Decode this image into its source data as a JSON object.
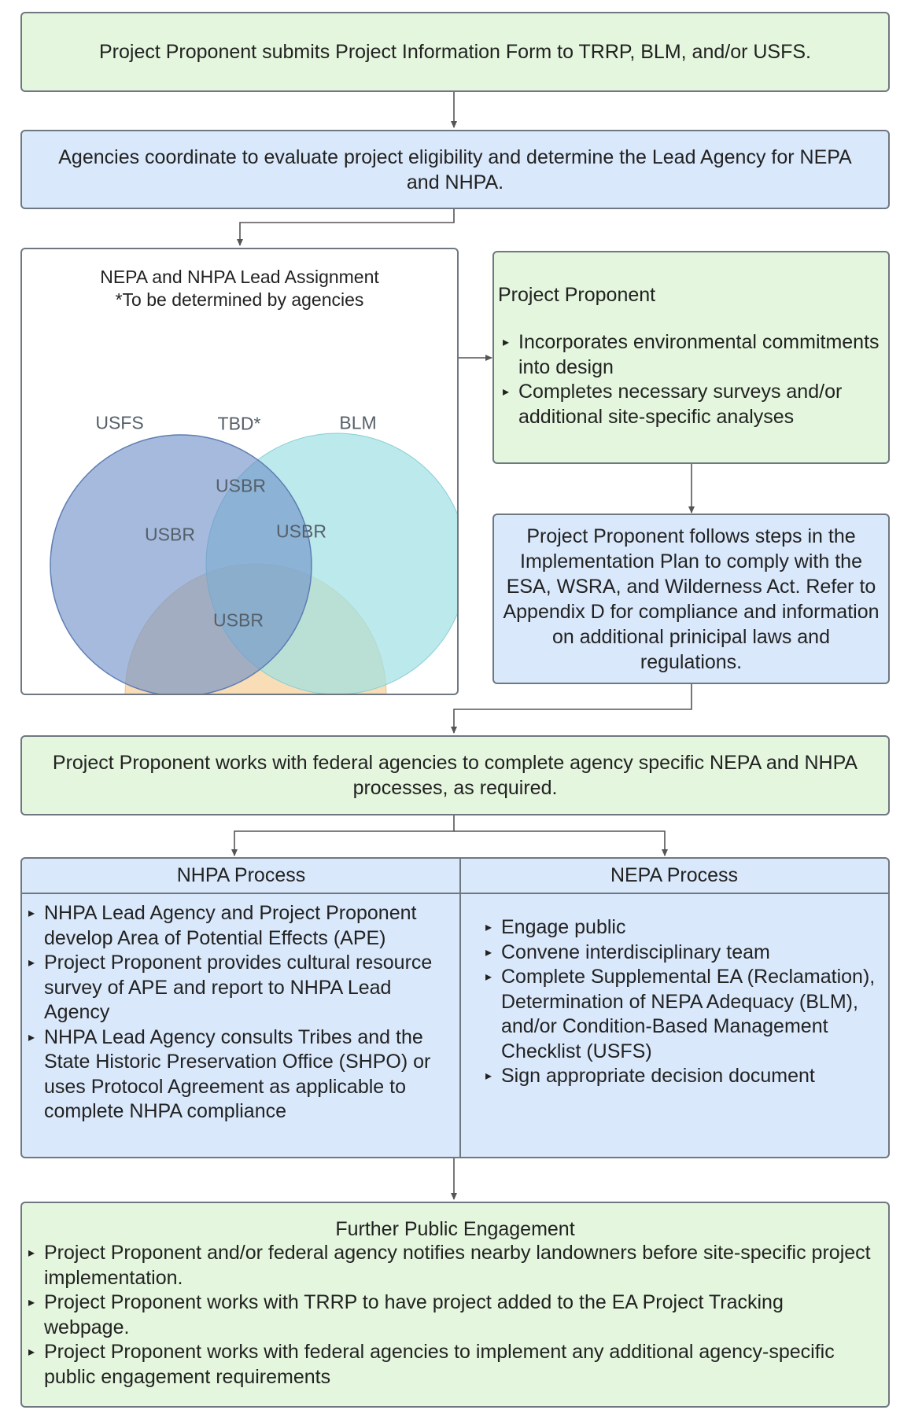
{
  "step1": {
    "text": "Project Proponent submits Project Information Form to TRRP, BLM, and/or USFS."
  },
  "step2": {
    "text": "Agencies coordinate to evaluate project eligibility and determine the Lead Agency for NEPA and NHPA."
  },
  "venn": {
    "title": "NEPA and NHPA Lead Assignment",
    "subtitle": "*To be determined by agencies",
    "labels": {
      "usfs": "USFS",
      "blm": "BLM",
      "tbd": "TBD*",
      "usbr_center": "USBR",
      "usbr_left": "USBR",
      "usbr_right": "USBR",
      "usbr_bottom": "USBR"
    },
    "colors": {
      "usfs": "#6f8fc8",
      "blm": "#9fe0e2",
      "usbr": "#f7d7a9"
    }
  },
  "proponent_box": {
    "title": "Project Proponent",
    "items": [
      "Incorporates environmental commitments into design",
      "Completes necessary surveys and/or additional site-specific analyses"
    ]
  },
  "implementation_box": {
    "text": "Project Proponent follows steps in the Implementation Plan to comply with the ESA, WSRA, and Wilderness Act. Refer to Appendix D for compliance and information on additional prinicipal laws and regulations."
  },
  "step5": {
    "text": "Project Proponent works with federal agencies to complete agency specific NEPA and NHPA processes, as required."
  },
  "nhpa": {
    "header": "NHPA Process",
    "items": [
      "NHPA Lead Agency and Project Proponent develop Area of Potential Effects (APE)",
      "Project Proponent provides cultural resource survey of APE and report to NHPA Lead Agency",
      "NHPA Lead Agency consults Tribes and the State Historic Preservation Office (SHPO) or uses Protocol Agreement as applicable to complete NHPA compliance"
    ]
  },
  "nepa": {
    "header": "NEPA Process",
    "items": [
      "Engage public",
      "Convene interdisciplinary team",
      "Complete Supplemental EA (Reclamation), Determination of NEPA Adequacy (BLM), and/or Condition-Based Management Checklist (USFS)",
      "Sign appropriate decision document"
    ]
  },
  "engagement": {
    "title": "Further Public Engagement",
    "items": [
      "Project Proponent and/or federal agency notifies nearby landowners before site-specific project implementation.",
      "Project Proponent works with TRRP to have project added to the EA Project Tracking webpage.",
      "Project Proponent works with federal agencies to implement any additional agency-specific public engagement requirements"
    ]
  },
  "colors": {
    "green": "#e4f6dd",
    "blue": "#d9e8fb",
    "border": "#6f7880"
  }
}
